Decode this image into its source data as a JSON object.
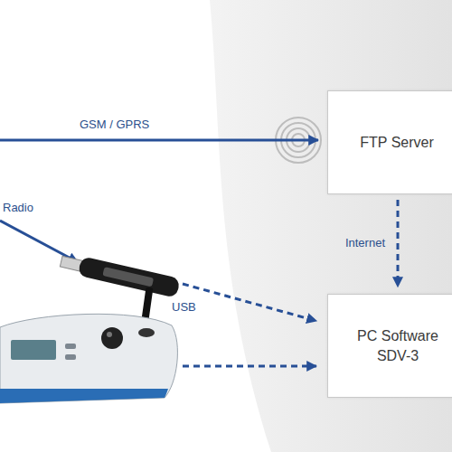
{
  "diagram": {
    "nodes": [
      {
        "text": [
          "FTP Server"
        ]
      },
      {
        "text": [
          "PC Software SDV-3"
        ]
      }
    ],
    "edges": [
      {
        "from": 0,
        "to": 1,
        "arrow": "to",
        "label": "Internet"
      }
    ],
    "labels": [
      "GSM / GPRS",
      "Radio",
      "USB"
    ]
  }
}
